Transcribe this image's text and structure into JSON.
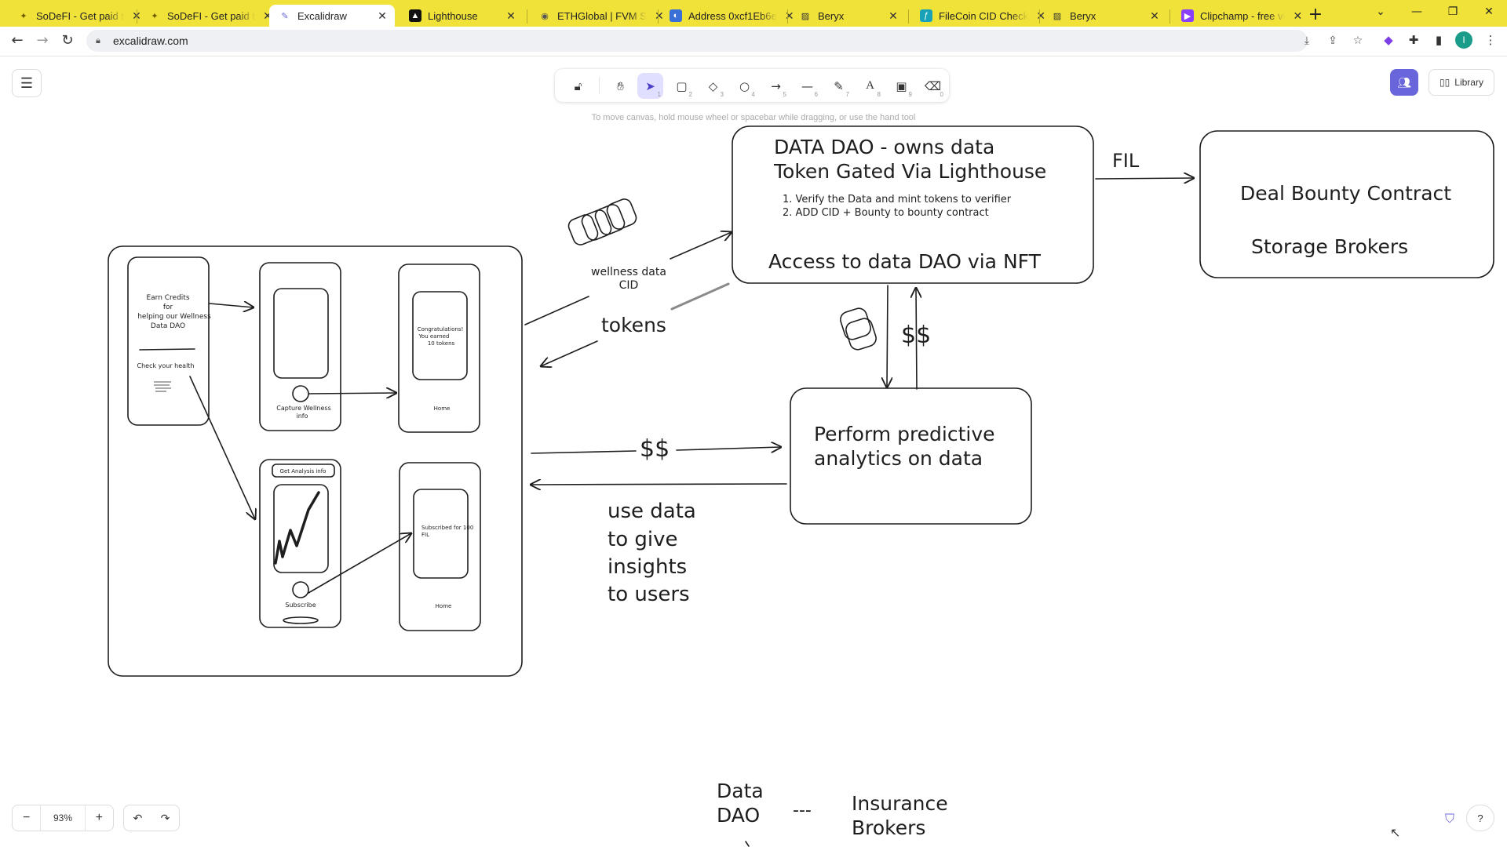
{
  "browser": {
    "tabs": [
      {
        "label": "SoDeFI - Get paid t",
        "icon": "sodefi-icon",
        "active": false
      },
      {
        "label": "SoDeFI - Get paid t",
        "icon": "sodefi-icon",
        "active": false
      },
      {
        "label": "Excalidraw",
        "icon": "excalidraw-icon",
        "active": true
      },
      {
        "label": "Lighthouse",
        "icon": "lighthouse-icon",
        "active": false
      },
      {
        "label": "ETHGlobal | FVM S",
        "icon": "ethglobal-icon",
        "active": false
      },
      {
        "label": "Address 0xcf1Eb6e",
        "icon": "explorer-icon",
        "active": false
      },
      {
        "label": "Beryx",
        "icon": "beryx-icon",
        "active": false
      },
      {
        "label": "FileCoin CID Check",
        "icon": "filecoin-icon",
        "active": false
      },
      {
        "label": "Beryx",
        "icon": "beryx-icon",
        "active": false
      },
      {
        "label": "Clipchamp - free vi",
        "icon": "clipchamp-icon",
        "active": false
      }
    ],
    "url": "excalidraw.com",
    "profile_initial": "I",
    "colors": {
      "tabbar": "#f1e23a",
      "profile": "#1a9c8a"
    }
  },
  "excalidraw": {
    "library_label": "Library",
    "zoom": "93%",
    "hint": "To move canvas, hold mouse wheel or spacebar while dragging, or use the hand tool",
    "tool_keys": [
      "1",
      "2",
      "3",
      "4",
      "5",
      "6",
      "7",
      "8",
      "9",
      "0"
    ],
    "accent": "#6965db"
  },
  "drawing": {
    "dao_title_1": "DATA DAO - owns data",
    "dao_title_2": "Token Gated Via Lighthouse",
    "dao_step_1": "1. Verify the Data and mint tokens to verifier",
    "dao_step_2": "2. ADD CID + Bounty to bounty contract",
    "dao_access": "Access to data DAO via NFT",
    "fil": "FIL",
    "bounty_1": "Deal Bounty Contract",
    "bounty_2": "Storage Brokers",
    "wellness_1": "wellness data",
    "wellness_2": "CID",
    "tokens": "tokens",
    "dollars": "$$",
    "analytics_1": "Perform predictive",
    "analytics_2": "analytics on data",
    "insights": [
      "use data",
      "to give",
      "insights",
      "to users"
    ],
    "bottom_left_1": "Data",
    "bottom_left_2": "DAO",
    "bottom_dash": "---",
    "bottom_right_1": "Insurance",
    "bottom_right_2": "Brokers",
    "phone1_lines": [
      "Earn Credits",
      "for",
      "helping our Wellness",
      "Data DAO"
    ],
    "phone1_cta": "Check your health",
    "phone2_caption_1": "Capture Wellness",
    "phone2_caption_2": "info",
    "phone3_lines": [
      "Congratulations!",
      "You earned",
      "10 tokens"
    ],
    "phone3_caption": "Home",
    "phone4_header": "Get Analysis info",
    "phone4_caption": "Subscribe",
    "phone5_lines": [
      "Subscribed for 100",
      "FIL"
    ],
    "phone5_caption": "Home"
  }
}
